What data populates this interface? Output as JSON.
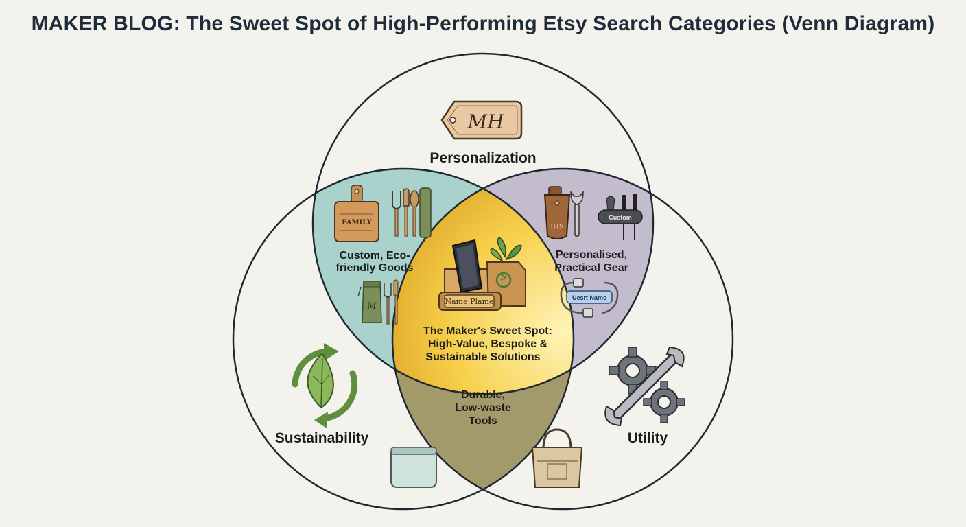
{
  "header": {
    "title": "MAKER BLOG: The Sweet Spot of High-Performing Etsy Search Categories (Venn Diagram)"
  },
  "circles": {
    "top": {
      "label": "Personalization",
      "icon": "monogram-tag-icon",
      "tag_text": "MH"
    },
    "left": {
      "label": "Sustainability",
      "icon": "recycle-leaf-icon"
    },
    "right": {
      "label": "Utility",
      "icon": "gear-wrench-icon"
    }
  },
  "overlaps": {
    "top_left": {
      "line1": "Custom, Eco-",
      "line2": "friendly Goods",
      "board_text": "FAMILY",
      "pouch_text": "M"
    },
    "top_right": {
      "line1": "Personalised,",
      "line2": "Practical Gear",
      "sheath_text": "IHS",
      "organizer_text": "Custom",
      "cable_text": "Uesrt Name"
    },
    "left_right": {
      "line1": "Durable,",
      "line2": "Low-waste",
      "line3": "Tools"
    },
    "center": {
      "line1": "The Maker's Sweet Spot:",
      "line2": "High-Value, Bespoke &",
      "line3": "Sustainable Solutions",
      "plate_text": "Name Plame"
    }
  },
  "colors": {
    "background": "#f4f2ec",
    "top_left": "#a9d2cc",
    "top_right": "#c2bccd",
    "left_right": "#a39a6c",
    "center": "#f2c43a",
    "outline": "#1e2830"
  }
}
